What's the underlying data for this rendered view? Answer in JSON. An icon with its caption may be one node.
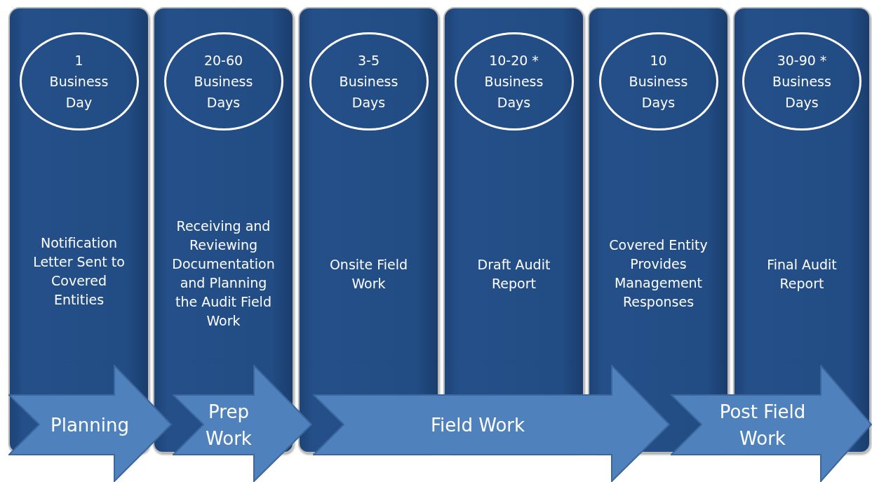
{
  "diagram": {
    "nodes": [
      {
        "text": [
          "Notification Letter Sent to Covered Entities"
        ]
      },
      {
        "text": [
          "1 Business Day"
        ],
        "in": 0
      },
      {
        "text": [
          "Receiving and Reviewing Documentation and Planning the Audit Field Work"
        ]
      },
      {
        "text": [
          "20-60 Business Days"
        ],
        "in": 2
      },
      {
        "text": [
          "Onsite Field Work"
        ]
      },
      {
        "text": [
          "3-5 Business Days"
        ],
        "in": 4
      },
      {
        "text": [
          "Draft Audit Report"
        ]
      },
      {
        "text": [
          "10-20 * Business Days"
        ],
        "in": 6
      },
      {
        "text": [
          "Covered Entity Provides Management Responses"
        ]
      },
      {
        "text": [
          "10 Business Days"
        ],
        "in": 8
      },
      {
        "text": [
          "Final Audit Report"
        ]
      },
      {
        "text": [
          "30-90 * Business Days"
        ],
        "in": 10
      },
      {
        "text": [
          "Planning"
        ]
      },
      {
        "text": [
          "Prep Work"
        ]
      },
      {
        "text": [
          "Field Work"
        ]
      },
      {
        "text": [
          "Post Field Work"
        ]
      }
    ]
  }
}
